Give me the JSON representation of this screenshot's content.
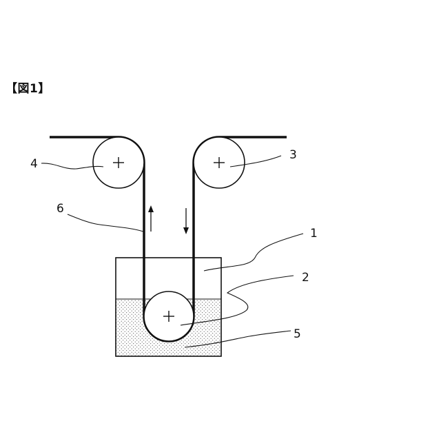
{
  "figure": {
    "caption": "【図1】"
  },
  "labels": {
    "tank": "1",
    "immersion_roller": "2",
    "feed_roller": "3",
    "takeup_roller": "4",
    "liquid": "5",
    "film": "6"
  }
}
